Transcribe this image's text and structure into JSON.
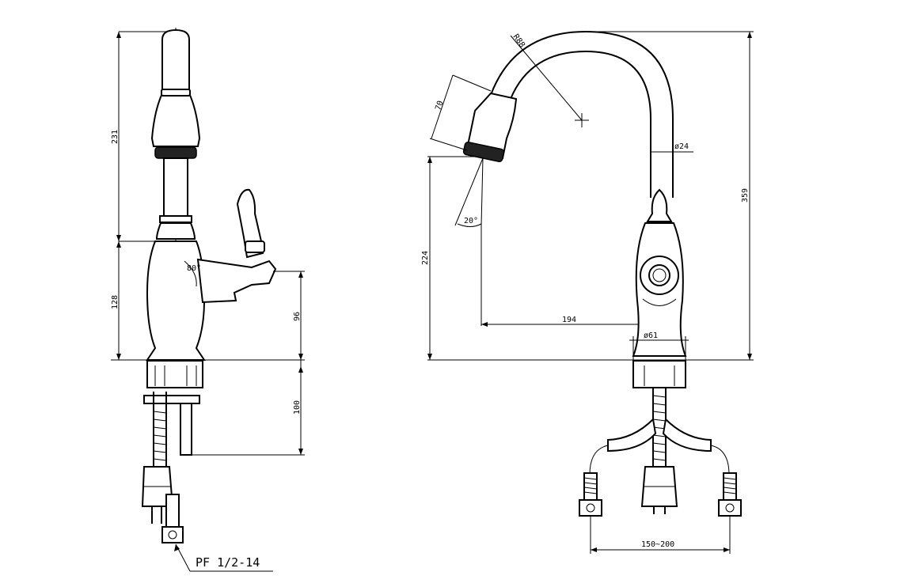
{
  "diagram": {
    "side_view": {
      "dimensions": {
        "height_spout": "231",
        "height_body": "128",
        "handle_angle": "80°",
        "handle_height": "96",
        "shank_length": "100"
      },
      "callout": "PF 1/2-14"
    },
    "front_view": {
      "dimensions": {
        "radius": "R88",
        "spray_head": "70",
        "spray_angle": "20°",
        "tube_dia": "ø24",
        "total_height": "359",
        "spout_height": "224",
        "reach": "194",
        "base_dia": "ø61",
        "centers": "150~200"
      }
    }
  }
}
